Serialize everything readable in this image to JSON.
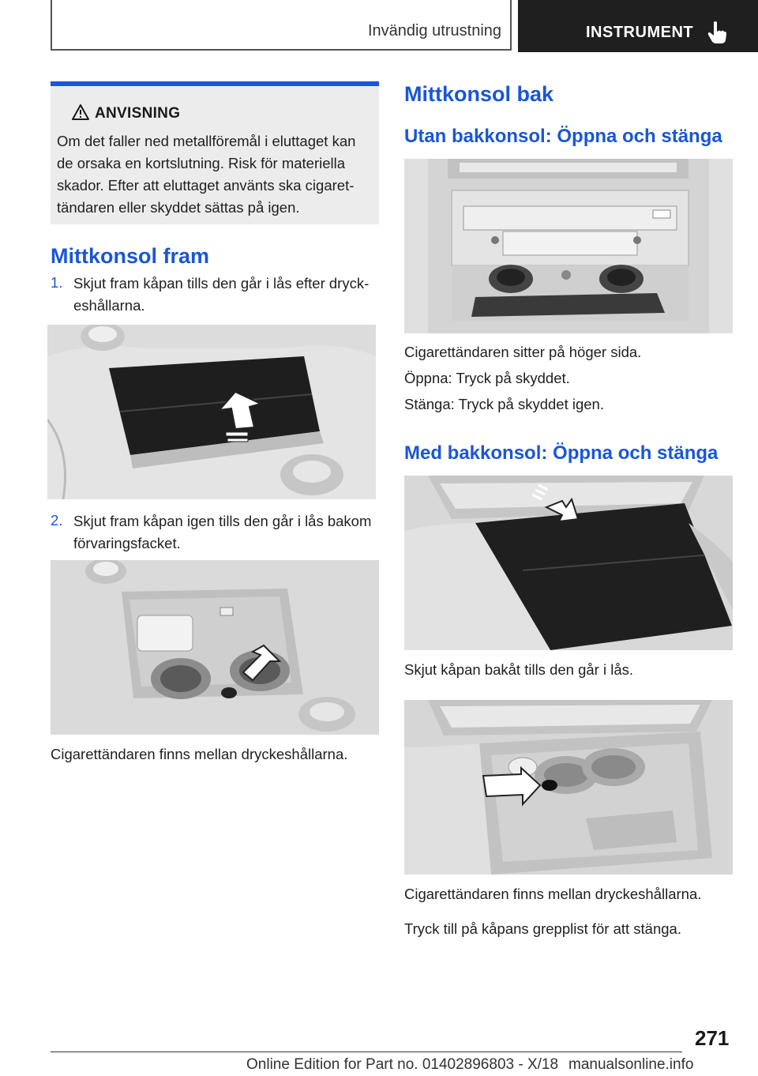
{
  "header": {
    "section": "Invändig utrustning",
    "chapter": "INSTRUMENT"
  },
  "warning": {
    "title": "ANVISNING",
    "lines": [
      "Om det faller ned metallföremål i eluttaget kan",
      "de orsaka en kortslutning. Risk för materiella",
      "skador. Efter att eluttaget använts ska cigaret‐",
      "tändaren eller skyddet sättas på igen."
    ]
  },
  "left": {
    "heading": "Mittkonsol fram",
    "steps": [
      {
        "num": "1.",
        "lines": [
          "Skjut fram kåpan tills den går i lås efter dryck‐",
          "eshållarna."
        ]
      },
      {
        "num": "2.",
        "lines": [
          "Skjut fram kåpan igen tills den går i lås bakom",
          "förvaringsfacket."
        ]
      }
    ],
    "caption": "Cigarettändaren finns mellan dryckeshållarna."
  },
  "right": {
    "heading": "Mittkonsol bak",
    "sub1": "Utan bakkonsol: Öppna och stänga",
    "sub1_lines": [
      "Cigarettändaren sitter på höger sida.",
      "Öppna: Tryck på skyddet.",
      "Stänga: Tryck på skyddet igen."
    ],
    "sub2": "Med bakkonsol: Öppna och stänga",
    "sub2_caption1": "Skjut kåpan bakåt tills den går i lås.",
    "sub2_caption2": "Cigarettändaren finns mellan dryckeshållarna.",
    "sub2_caption3": "Tryck till på kåpans grepplist för att stänga."
  },
  "footer": {
    "page": "271",
    "edition": "Online Edition for Part no. 01402896803 - X/18",
    "watermark": "manualsonline.info"
  },
  "colors": {
    "accent": "#1a56d6",
    "header_dark": "#1f1f1f",
    "warning_bg": "#ececec"
  },
  "icons": [
    "warning-triangle-icon",
    "pointing-hand-icon"
  ]
}
